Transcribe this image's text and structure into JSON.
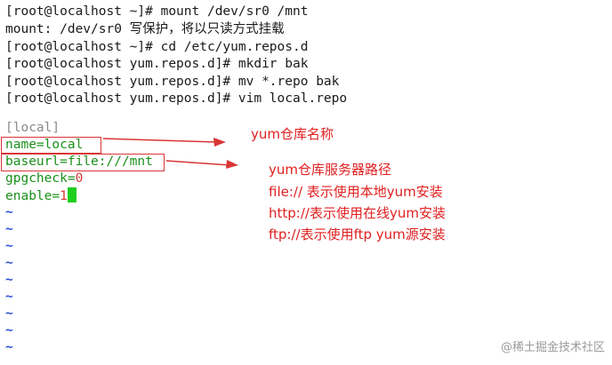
{
  "terminal": {
    "commands": [
      "[root@localhost ~]# mount /dev/sr0 /mnt",
      "mount: /dev/sr0 写保护，将以只读方式挂载",
      "[root@localhost ~]# cd /etc/yum.repos.d",
      "[root@localhost yum.repos.d]# mkdir bak",
      "[root@localhost yum.repos.d]# mv *.repo bak",
      "[root@localhost yum.repos.d]# vim local.repo"
    ],
    "file": {
      "section": "[local]",
      "name_line": "name=local",
      "baseurl_line": "baseurl=file:///mnt",
      "gpgcheck_key": "gpgcheck=",
      "gpgcheck_val": "0",
      "enable_key": "enable=",
      "enable_val": "1"
    },
    "tilde": "~"
  },
  "annotations": {
    "name_note": "yum仓库名称",
    "baseurl_note_1": "yum仓库服务器路径",
    "baseurl_note_2": "file:// 表示使用本地yum安装",
    "baseurl_note_3": "http://表示使用在线yum安装",
    "baseurl_note_4": "ftp://表示使用ftp yum源安装"
  },
  "watermark": "@稀土掘金技术社区",
  "colors": {
    "annotation": "#e02020",
    "vim_value": "#1a8f1a",
    "vim_tilde": "#2a4fd6",
    "cursor": "#1fcf1f"
  }
}
